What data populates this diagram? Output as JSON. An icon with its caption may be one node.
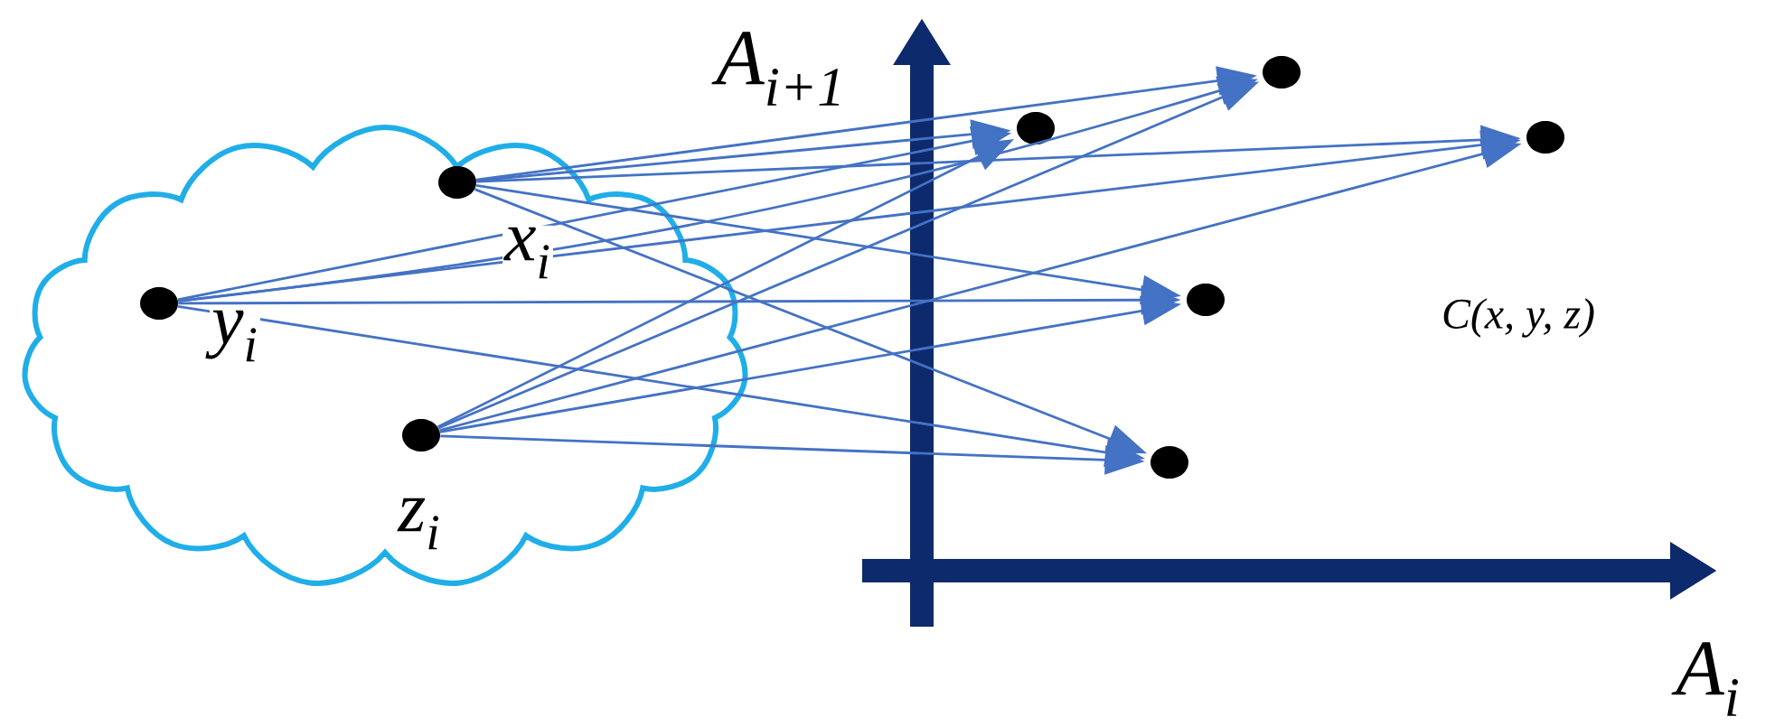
{
  "diagram": {
    "nodes": [
      {
        "text": [],
        "shape": "cloud"
      },
      {
        "text": [],
        "shape": "circle",
        "beside": [
          "x$_{i}$"
        ],
        "in": 0
      },
      {
        "text": [],
        "shape": "circle",
        "beside": [
          "y$_{i}$"
        ],
        "in": 0
      },
      {
        "text": [],
        "shape": "circle",
        "beside": [
          "z$_{i}$"
        ],
        "in": 0
      },
      {
        "text": [],
        "shape": "circle"
      },
      {
        "text": [],
        "shape": "circle"
      },
      {
        "text": [],
        "shape": "circle"
      },
      {
        "text": [],
        "shape": "circle"
      },
      {
        "text": [],
        "shape": "circle"
      }
    ],
    "edges": [
      {
        "from": 1,
        "to": 4,
        "arrow": "to"
      },
      {
        "from": 1,
        "to": 5,
        "arrow": "to"
      },
      {
        "from": 1,
        "to": 6,
        "arrow": "to"
      },
      {
        "from": 1,
        "to": 7,
        "arrow": "to"
      },
      {
        "from": 1,
        "to": 8,
        "arrow": "to"
      },
      {
        "from": 2,
        "to": 4,
        "arrow": "to"
      },
      {
        "from": 2,
        "to": 5,
        "arrow": "to"
      },
      {
        "from": 2,
        "to": 6,
        "arrow": "to"
      },
      {
        "from": 2,
        "to": 7,
        "arrow": "to"
      },
      {
        "from": 2,
        "to": 8,
        "arrow": "to"
      },
      {
        "from": 3,
        "to": 4,
        "arrow": "to"
      },
      {
        "from": 3,
        "to": 5,
        "arrow": "to"
      },
      {
        "from": 3,
        "to": 6,
        "arrow": "to"
      },
      {
        "from": 3,
        "to": 7,
        "arrow": "to"
      },
      {
        "from": 3,
        "to": 8,
        "arrow": "to"
      }
    ],
    "labels": [
      "A$_{i+1}$",
      "C(x, y, z)",
      "A$_{i}$"
    ]
  }
}
